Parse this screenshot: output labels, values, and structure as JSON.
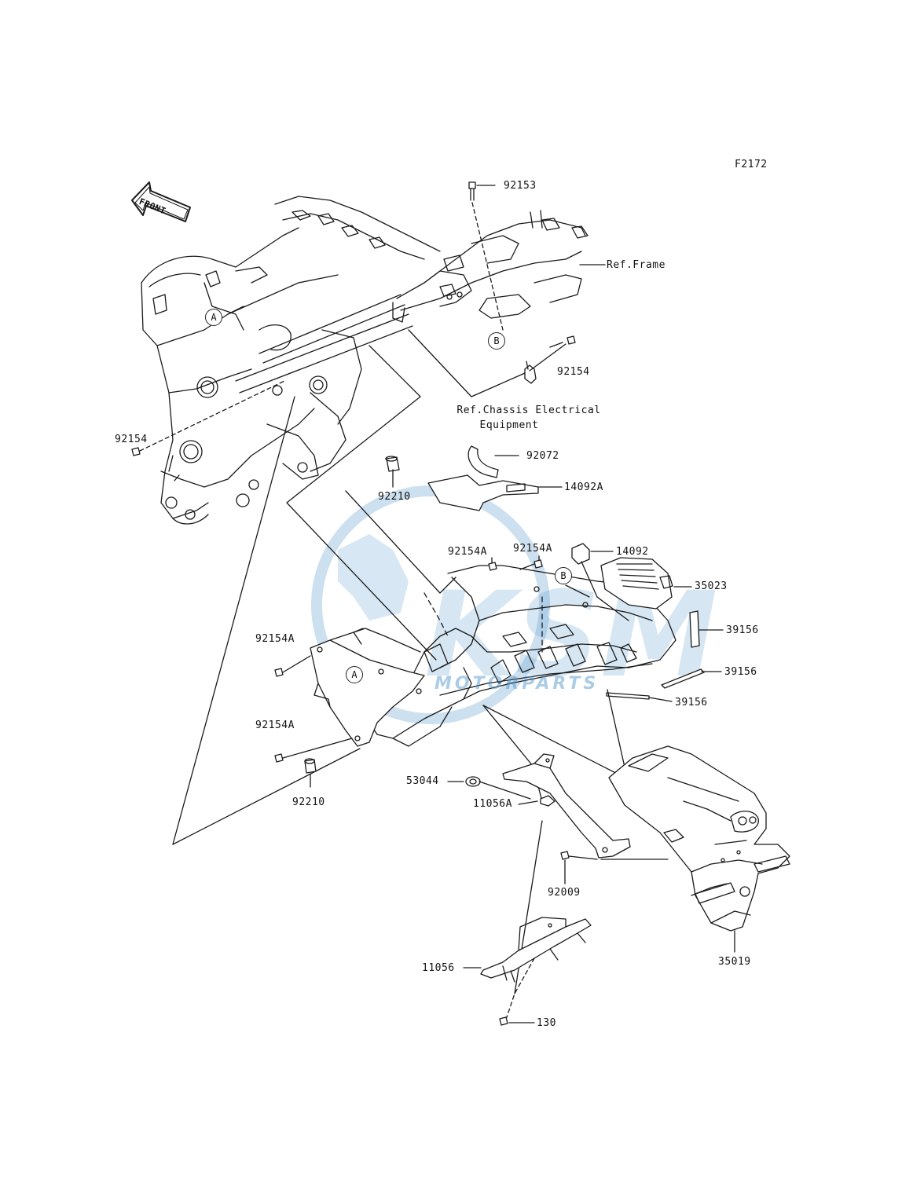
{
  "figure_code": "F2172",
  "front_arrow_label": "FRONT",
  "refs": {
    "frame": "Ref.Frame",
    "chassis_line1": "Ref.Chassis Electrical",
    "chassis_line2": "Equipment"
  },
  "callouts": {
    "a": "A",
    "b": "B"
  },
  "parts": {
    "p92153": "92153",
    "p92154_right": "92154",
    "p92154_left": "92154",
    "p92072": "92072",
    "p14092A": "14092A",
    "p92210_upper": "92210",
    "p92154A_top_left": "92154A",
    "p92154A_top_right": "92154A",
    "p14092": "14092",
    "p35023": "35023",
    "p39156_a": "39156",
    "p39156_b": "39156",
    "p39156_c": "39156",
    "p92154A_side_upper": "92154A",
    "p92154A_side_lower": "92154A",
    "p92210_lower": "92210",
    "p53044": "53044",
    "p11056A": "11056A",
    "p92009": "92009",
    "p35019": "35019",
    "p11056": "11056",
    "p130": "130"
  },
  "watermark": {
    "logo": "KSM",
    "text": "MOTORPARTS",
    "color": "#4a90c8"
  },
  "colors": {
    "line": "#1a1a1a",
    "watermark": "#4a90c8"
  }
}
